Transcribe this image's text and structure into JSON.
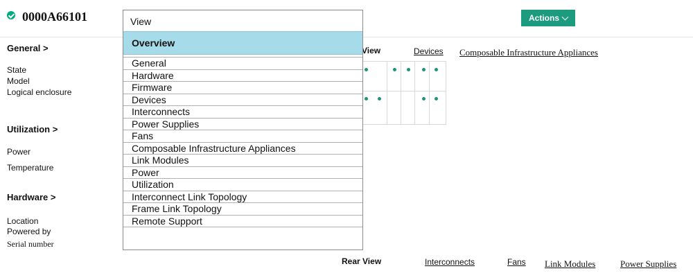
{
  "header": {
    "status_icon": "check-circle-icon",
    "status_color": "#01a982",
    "title": "0000A66101",
    "actions_label": "Actions"
  },
  "sections": {
    "general": {
      "title": "General >",
      "fields": [
        "State",
        "Model",
        "Logical enclosure"
      ]
    },
    "utilization": {
      "title": "Utilization >",
      "fields": [
        "Power",
        "Temperature"
      ]
    },
    "hardware": {
      "title": "Hardware >",
      "fields": [
        "Location",
        "Powered by",
        "Serial number"
      ]
    }
  },
  "front_view": {
    "label_fragment": "View",
    "links": [
      "Devices",
      "Composable Infrastructure Appliances"
    ]
  },
  "rear_view": {
    "label": "Rear View",
    "links": [
      "Interconnects",
      "Fans",
      "Link Modules",
      "Power Supplies"
    ]
  },
  "view_dropdown": {
    "header": "View",
    "selected": "Overview",
    "items": [
      "General",
      "Hardware",
      "Firmware",
      "Devices",
      "Interconnects",
      "Power Supplies",
      "Fans",
      "Composable Infrastructure Appliances",
      "Link Modules",
      "Power",
      "Utilization",
      "Interconnect Link Topology",
      "Frame Link Topology",
      "Remote Support"
    ]
  },
  "colors": {
    "accent": "#1c9b7f",
    "selected_bg": "#a6dbea",
    "device_dot": "#1e9378"
  }
}
